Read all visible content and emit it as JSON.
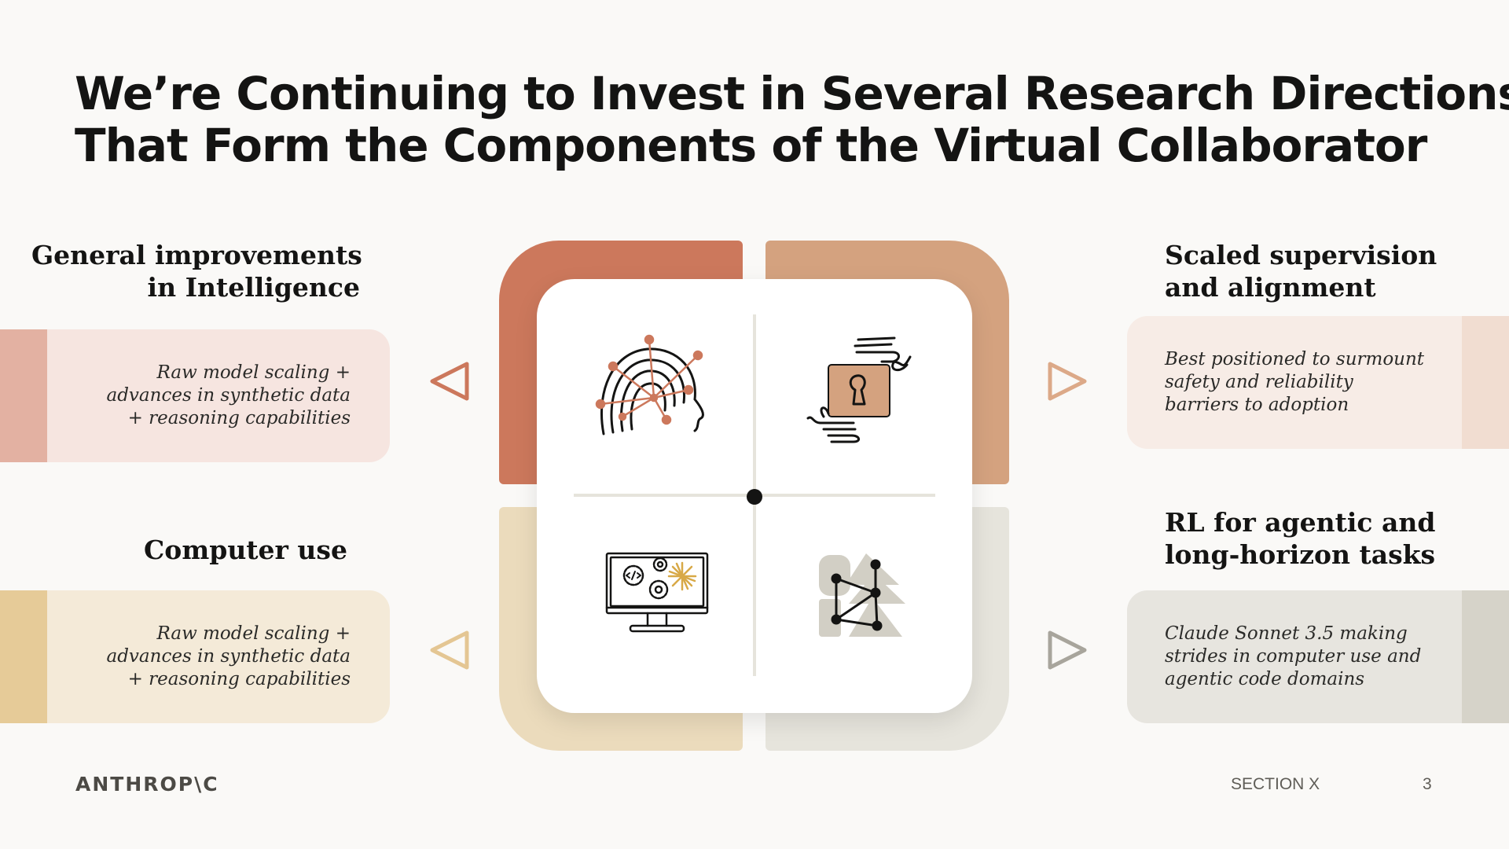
{
  "title": {
    "line1": "We’re Continuing to Invest in Several Research Directions",
    "line2": "That Form the Components of the Virtual Collaborator"
  },
  "quadrants": {
    "intelligence": {
      "heading_line1": "General improvements",
      "heading_line2": "in Intelligence",
      "desc_line1": "Raw model scaling +",
      "desc_line2": "advances in synthetic data",
      "desc_line3": "+ reasoning capabilities",
      "color": "#cc785c",
      "icon": "head-network-icon"
    },
    "supervision": {
      "heading_line1": "Scaled supervision",
      "heading_line2": "and alignment",
      "desc_line1": "Best positioned to surmount",
      "desc_line2": "safety and reliability",
      "desc_line3": "barriers to adoption",
      "color": "#d4a27f",
      "icon": "hands-lock-icon"
    },
    "computer_use": {
      "heading_line1": "Computer use",
      "desc_line1": "Raw model scaling +",
      "desc_line2": "advances in synthetic data",
      "desc_line3": "+ reasoning capabilities",
      "color": "#ebdbbc",
      "icon": "monitor-code-icon"
    },
    "agentic": {
      "heading_line1": "RL for agentic and",
      "heading_line2": "long-horizon tasks",
      "desc_line1": "Claude Sonnet 3.5 making",
      "desc_line2": "strides in computer use and",
      "desc_line3": "agentic code domains",
      "color": "#e6e4dc",
      "icon": "network-shapes-icon"
    }
  },
  "footer": {
    "logo": "ANTHROP\\C",
    "section": "SECTION X",
    "page": "3"
  }
}
